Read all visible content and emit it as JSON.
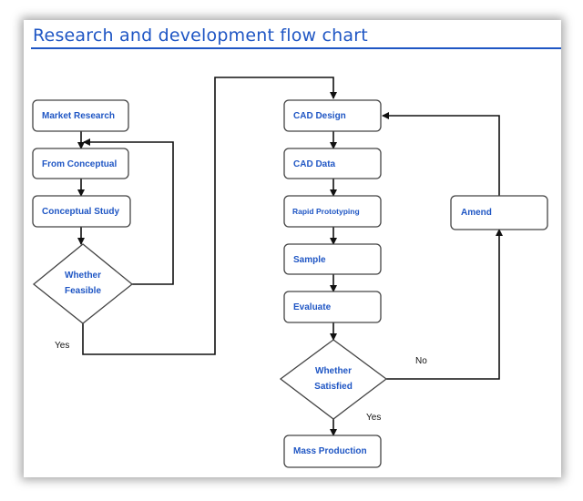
{
  "title": "Research and development flow chart",
  "nodes": {
    "market_research": "Market Research",
    "from_conceptual": "From Conceptual",
    "conceptual_study": "Conceptual Study",
    "whether_feasible": [
      "Whether",
      "Feasible"
    ],
    "cad_design": "CAD Design",
    "cad_data": "CAD Data",
    "rapid_prototyping": "Rapid Prototyping",
    "sample": "Sample",
    "evaluate": "Evaluate",
    "whether_satisfied": [
      "Whether",
      "Satisfied"
    ],
    "mass_production": "Mass Production",
    "amend": "Amend"
  },
  "edge_labels": {
    "feasible_yes": "Yes",
    "satisfied_no": "No",
    "satisfied_yes": "Yes"
  },
  "colors": {
    "title": "#1f56c4",
    "node_text": "#1f56c4",
    "node_border": "#444444",
    "connector": "#111111"
  }
}
